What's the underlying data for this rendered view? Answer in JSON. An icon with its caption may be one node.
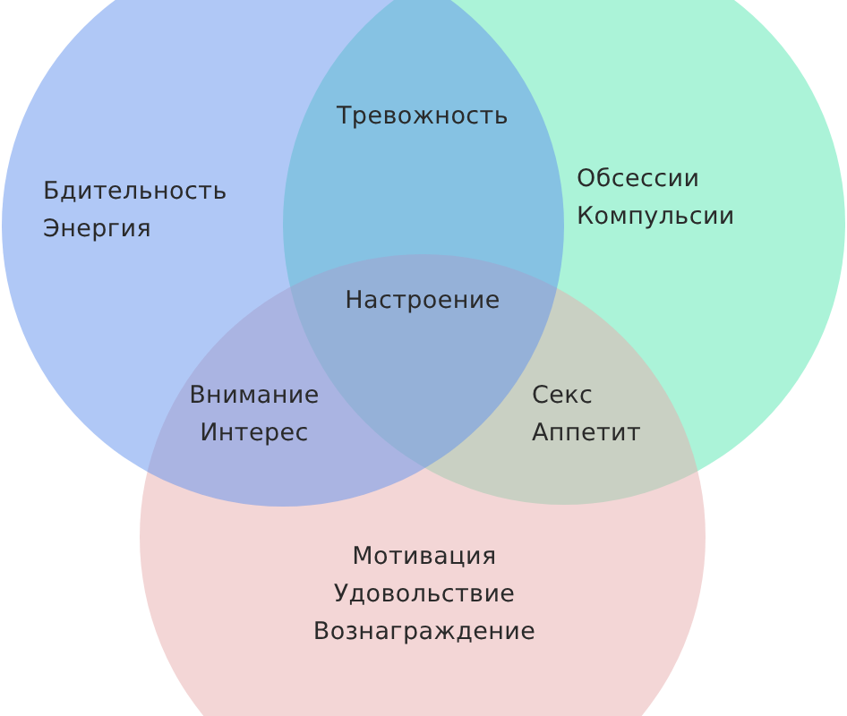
{
  "diagram": {
    "nodes": [
      {
        "text": [
          "Бдительность Энергия"
        ]
      },
      {
        "text": [
          "Обсессии Компульсии"
        ]
      },
      {
        "text": [
          "Мотивация Удовольствие Вознаграждение"
        ]
      }
    ],
    "labels": [
      "Тревожность",
      "Настроение",
      "Внимание Интерес",
      "Секс Аппетит"
    ]
  }
}
